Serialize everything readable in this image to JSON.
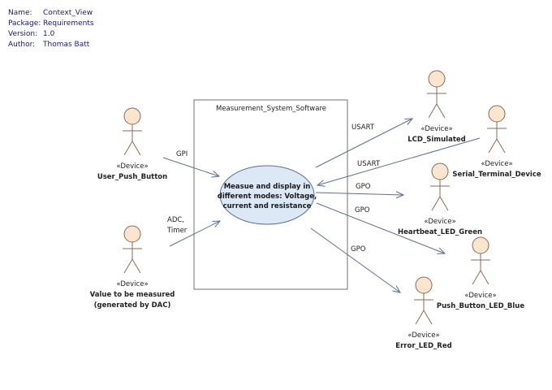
{
  "meta": [
    {
      "key": "Name:",
      "value": "Context_View"
    },
    {
      "key": "Package:",
      "value": "Requirements"
    },
    {
      "key": "Version:",
      "value": "1.0"
    },
    {
      "key": "Author:",
      "value": "Thomas Batt"
    }
  ],
  "system_boundary": {
    "label": "Measurement_System_Software"
  },
  "use_case": {
    "lines": [
      "Measue and display in",
      "different modes: Voltage,",
      "current and resistance"
    ]
  },
  "actors": {
    "user_push_button": {
      "stereotype": "«Device»",
      "name": [
        "User_Push_Button"
      ]
    },
    "value_measured": {
      "stereotype": "«Device»",
      "name": [
        "Value to be measured",
        "(generated by DAC)"
      ]
    },
    "lcd_simulated": {
      "stereotype": "«Device»",
      "name": [
        "LCD_Simulated"
      ]
    },
    "serial_terminal": {
      "stereotype": "«Device»",
      "name": [
        "Serial_Terminal_Device"
      ]
    },
    "heartbeat_led": {
      "stereotype": "«Device»",
      "name": [
        "Heartbeat_LED_Green"
      ]
    },
    "push_button_led": {
      "stereotype": "«Device»",
      "name": [
        "Push_Button_LED_Blue"
      ]
    },
    "error_led": {
      "stereotype": "«Device»",
      "name": [
        "Error_LED_Red"
      ]
    }
  },
  "connections": {
    "gpi": [
      "GPI"
    ],
    "adc_timer": [
      "ADC,",
      "Timer"
    ],
    "usart_lcd": [
      "USART"
    ],
    "usart_serial": [
      "USART"
    ],
    "gpo_heartbeat": [
      "GPO"
    ],
    "gpo_blue": [
      "GPO"
    ],
    "gpo_red": [
      "GPO"
    ]
  },
  "colors": {
    "actor_fill": "#fae6cf",
    "actor_stroke": "#8b6a55",
    "usecase_fill": "#dde8f7",
    "usecase_stroke": "#5d6f8e",
    "line": "#5d6f8e",
    "boundary": "#707070"
  }
}
